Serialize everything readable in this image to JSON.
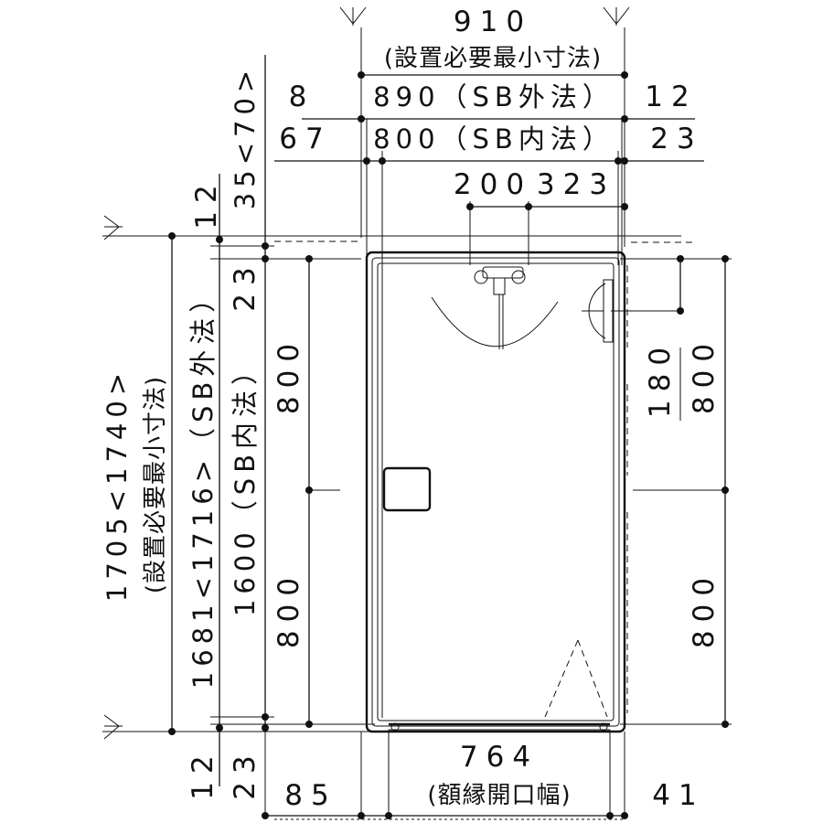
{
  "top": {
    "required_width": "910",
    "required_width_note": "(設置必要最小寸法)",
    "left_gap_outer": "8",
    "sb_outer_width": "890（SB外法）",
    "right_gap_outer": "12",
    "left_gap_inner": "67",
    "sb_inner_width": "800（SB内法）",
    "right_gap_inner": "23",
    "faucet_offset_a": "200",
    "faucet_offset_b": "323",
    "top_margin_a": "12",
    "top_margin_b": "35<70>"
  },
  "left": {
    "required_depth": "1705<1740>",
    "required_depth_note": "(設置必要最小寸法)",
    "sb_outer_depth": "1681<1716>（SB外法）",
    "sb_inner_depth": "1600（SB内法）",
    "top_gap_inner": "23",
    "upper_half": "800",
    "lower_half": "800"
  },
  "right": {
    "fixture_offset": "180",
    "upper_half": "800",
    "lower_half": "800"
  },
  "bottom": {
    "bottom_margin_a": "12",
    "bottom_margin_b": "23",
    "left_gap": "85",
    "door_opening": "764",
    "door_opening_note": "(額縁開口幅)",
    "right_gap": "41"
  }
}
